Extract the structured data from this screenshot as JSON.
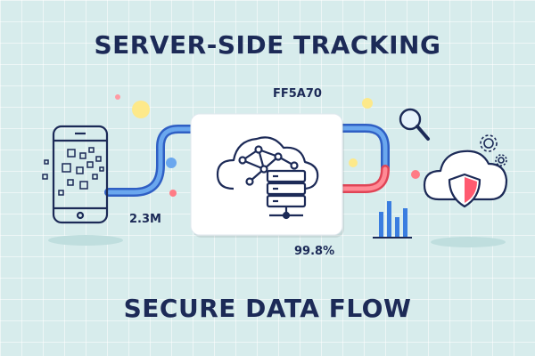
{
  "header": {
    "title": "SERVER-SIDE TRACKING"
  },
  "footer": {
    "title": "SECURE DATA FLOW"
  },
  "labels": {
    "hex_code": "FF5A70",
    "event_volume": "2.3M",
    "uptime": "99.8%"
  },
  "icons": {
    "phone": "smartphone-icon",
    "cloud_network": "cloud-network-icon",
    "server": "server-stack-icon",
    "magnifier": "magnifier-icon",
    "gears": "gear-icon",
    "secure_cloud": "cloud-shield-icon",
    "bar_chart": "bar-chart-icon"
  },
  "colors": {
    "navy": "#1c2a57",
    "blue_pipe": "#3a7de0",
    "red_pipe": "#ff5a70",
    "background": "#d7ecec",
    "accent_yellow": "#fde98a"
  }
}
